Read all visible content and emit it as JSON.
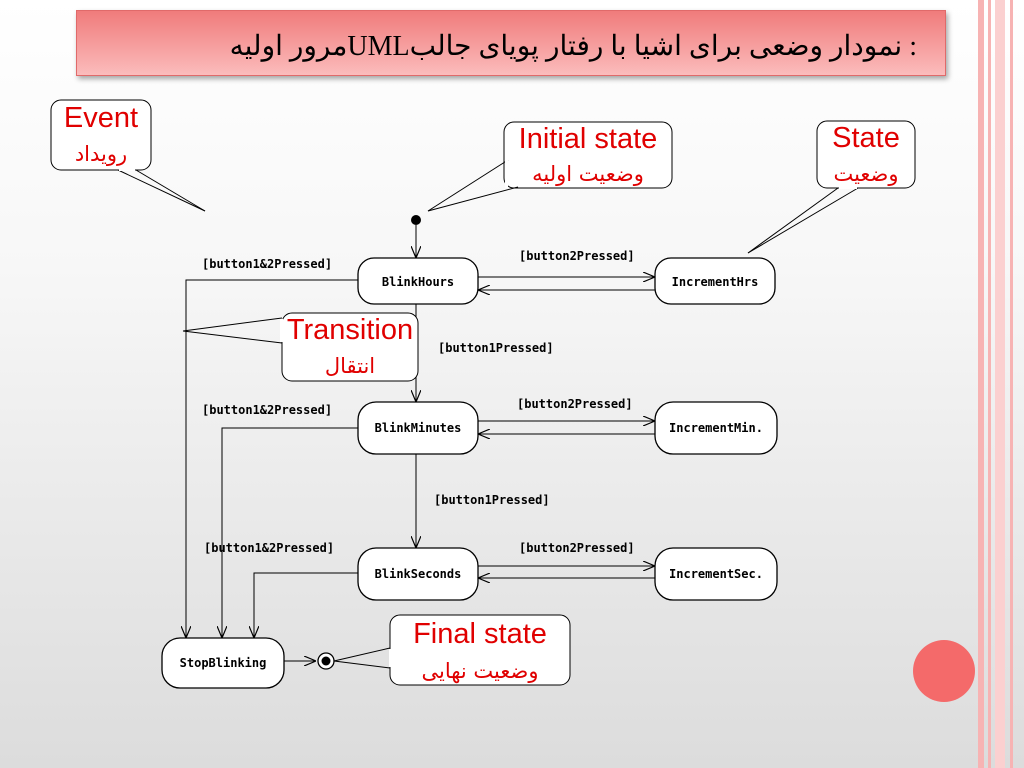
{
  "slide": {
    "title": ": نمودار وضعی برای اشیا با رفتار پویای جالبUMLمرور اولیه"
  },
  "colors": {
    "title_bg_top": "#f07b7b",
    "title_bg_bottom": "#fbbcbc",
    "callout_text": "#e00000",
    "accent_circle": "#f46a6a"
  },
  "diagram": {
    "states": {
      "blink_hours": "BlinkHours",
      "increment_hrs": "IncrementHrs",
      "blink_minutes": "BlinkMinutes",
      "increment_min": "IncrementMin.",
      "blink_seconds": "BlinkSeconds",
      "increment_sec": "IncrementSec.",
      "stop_blinking": "StopBlinking"
    },
    "guards": {
      "b12_hours": "[button1&2Pressed]",
      "b2_hours": "[button2Pressed]",
      "b1_hours": "[button1Pressed]",
      "b12_minutes": "[button1&2Pressed]",
      "b2_minutes": "[button2Pressed]",
      "b1_minutes": "[button1Pressed]",
      "b12_seconds": "[button1&2Pressed]",
      "b2_seconds": "[button2Pressed]"
    },
    "callouts": {
      "event_en": "Event",
      "event_fa": "رویداد",
      "initial_en": "Initial state",
      "initial_fa": "وضعیت اولیه",
      "state_en": "State",
      "state_fa": "وضعیت",
      "transition_en": "Transition",
      "transition_fa": "انتقال",
      "final_en": "Final state",
      "final_fa": "وضعیت نهایی"
    }
  }
}
